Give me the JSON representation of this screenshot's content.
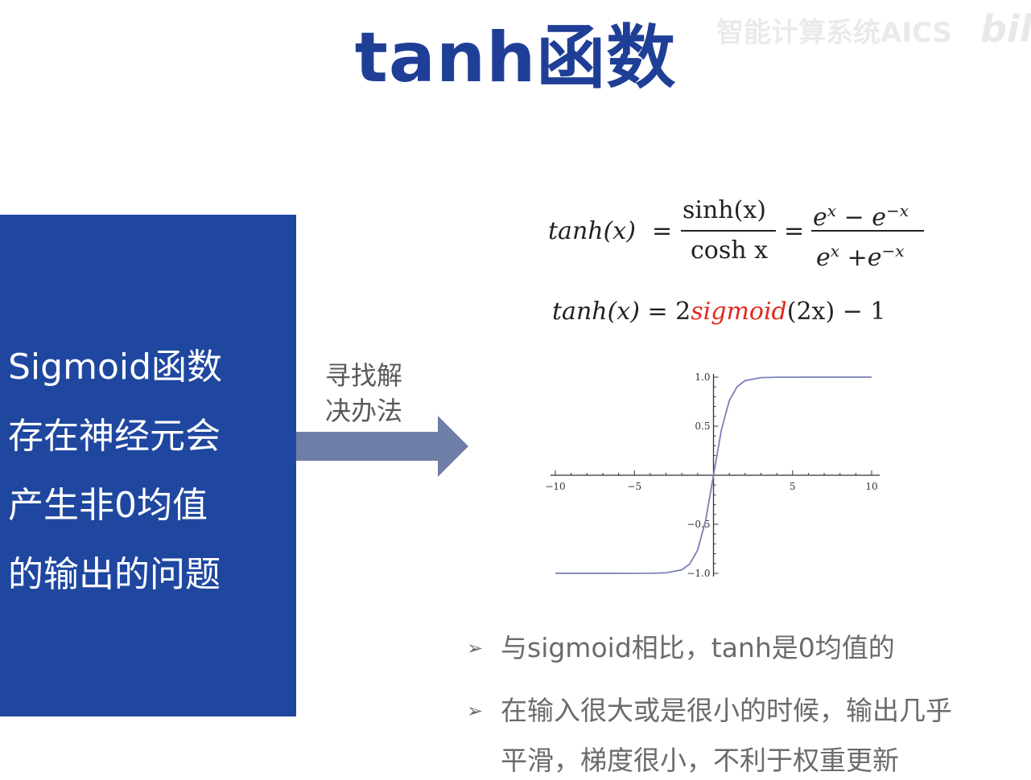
{
  "title": "tanh函数",
  "watermark": "智能计算系统AICS",
  "watermark_logo": "bili",
  "left_panel": {
    "lines": [
      "Sigmoid函数",
      "存在神经元会",
      "产生非0均值",
      "的输出的问题"
    ],
    "color": "#1f47a0"
  },
  "arrow": {
    "label_lines": [
      "寻找解",
      "决办法"
    ],
    "color": "#6f7ea6"
  },
  "formula1": {
    "lhs": "tanh(x)",
    "eq": "=",
    "frac1_num": "sinh(x)",
    "frac1_den": "cosh x",
    "eq2": "=",
    "frac2_num_a": "e",
    "frac2_num_a_sup": "x",
    "frac2_num_op": " − ",
    "frac2_num_b": "e",
    "frac2_num_b_sup": "−x",
    "frac2_den_a": "e",
    "frac2_den_a_sup": "x",
    "frac2_den_op": " +",
    "frac2_den_b": "e",
    "frac2_den_b_sup": "−x"
  },
  "formula2": {
    "lhs": "tanh(x)",
    "eq": "=",
    "coef": "2",
    "fn": "sigmoid",
    "arg": "(2x)",
    "tail": " − 1",
    "fn_color": "#e0291f"
  },
  "chart_data": {
    "type": "line",
    "xlim": [
      -10,
      10
    ],
    "ylim": [
      -1.0,
      1.0
    ],
    "x_ticks": [
      -10,
      -5,
      5,
      10
    ],
    "x_tick_labels": [
      "−10",
      "−5",
      "5",
      "10"
    ],
    "y_ticks": [
      1.0,
      0.5,
      -0.5,
      -1.0
    ],
    "y_tick_labels": [
      "1.0",
      "0.5",
      "−0.5",
      "−1.0"
    ],
    "series": [
      {
        "function": "tanh",
        "x": [
          -10,
          -8,
          -6,
          -4,
          -3,
          -2,
          -1.5,
          -1,
          -0.5,
          0,
          0.5,
          1,
          1.5,
          2,
          3,
          4,
          6,
          8,
          10
        ],
        "y": [
          -1.0,
          -1.0,
          -1.0,
          -0.999,
          -0.995,
          -0.964,
          -0.905,
          -0.762,
          -0.462,
          0,
          0.462,
          0.762,
          0.905,
          0.964,
          0.995,
          0.999,
          1.0,
          1.0,
          1.0
        ],
        "color": "#7a7fb8"
      }
    ],
    "grid": false
  },
  "bullets": [
    {
      "marker": "➢",
      "lines": [
        "与sigmoid相比，tanh是0均值的"
      ]
    },
    {
      "marker": "➢",
      "lines": [
        "在输入很大或是很小的时候，输出几乎",
        "平滑，梯度很小，不利于权重更新"
      ]
    }
  ]
}
